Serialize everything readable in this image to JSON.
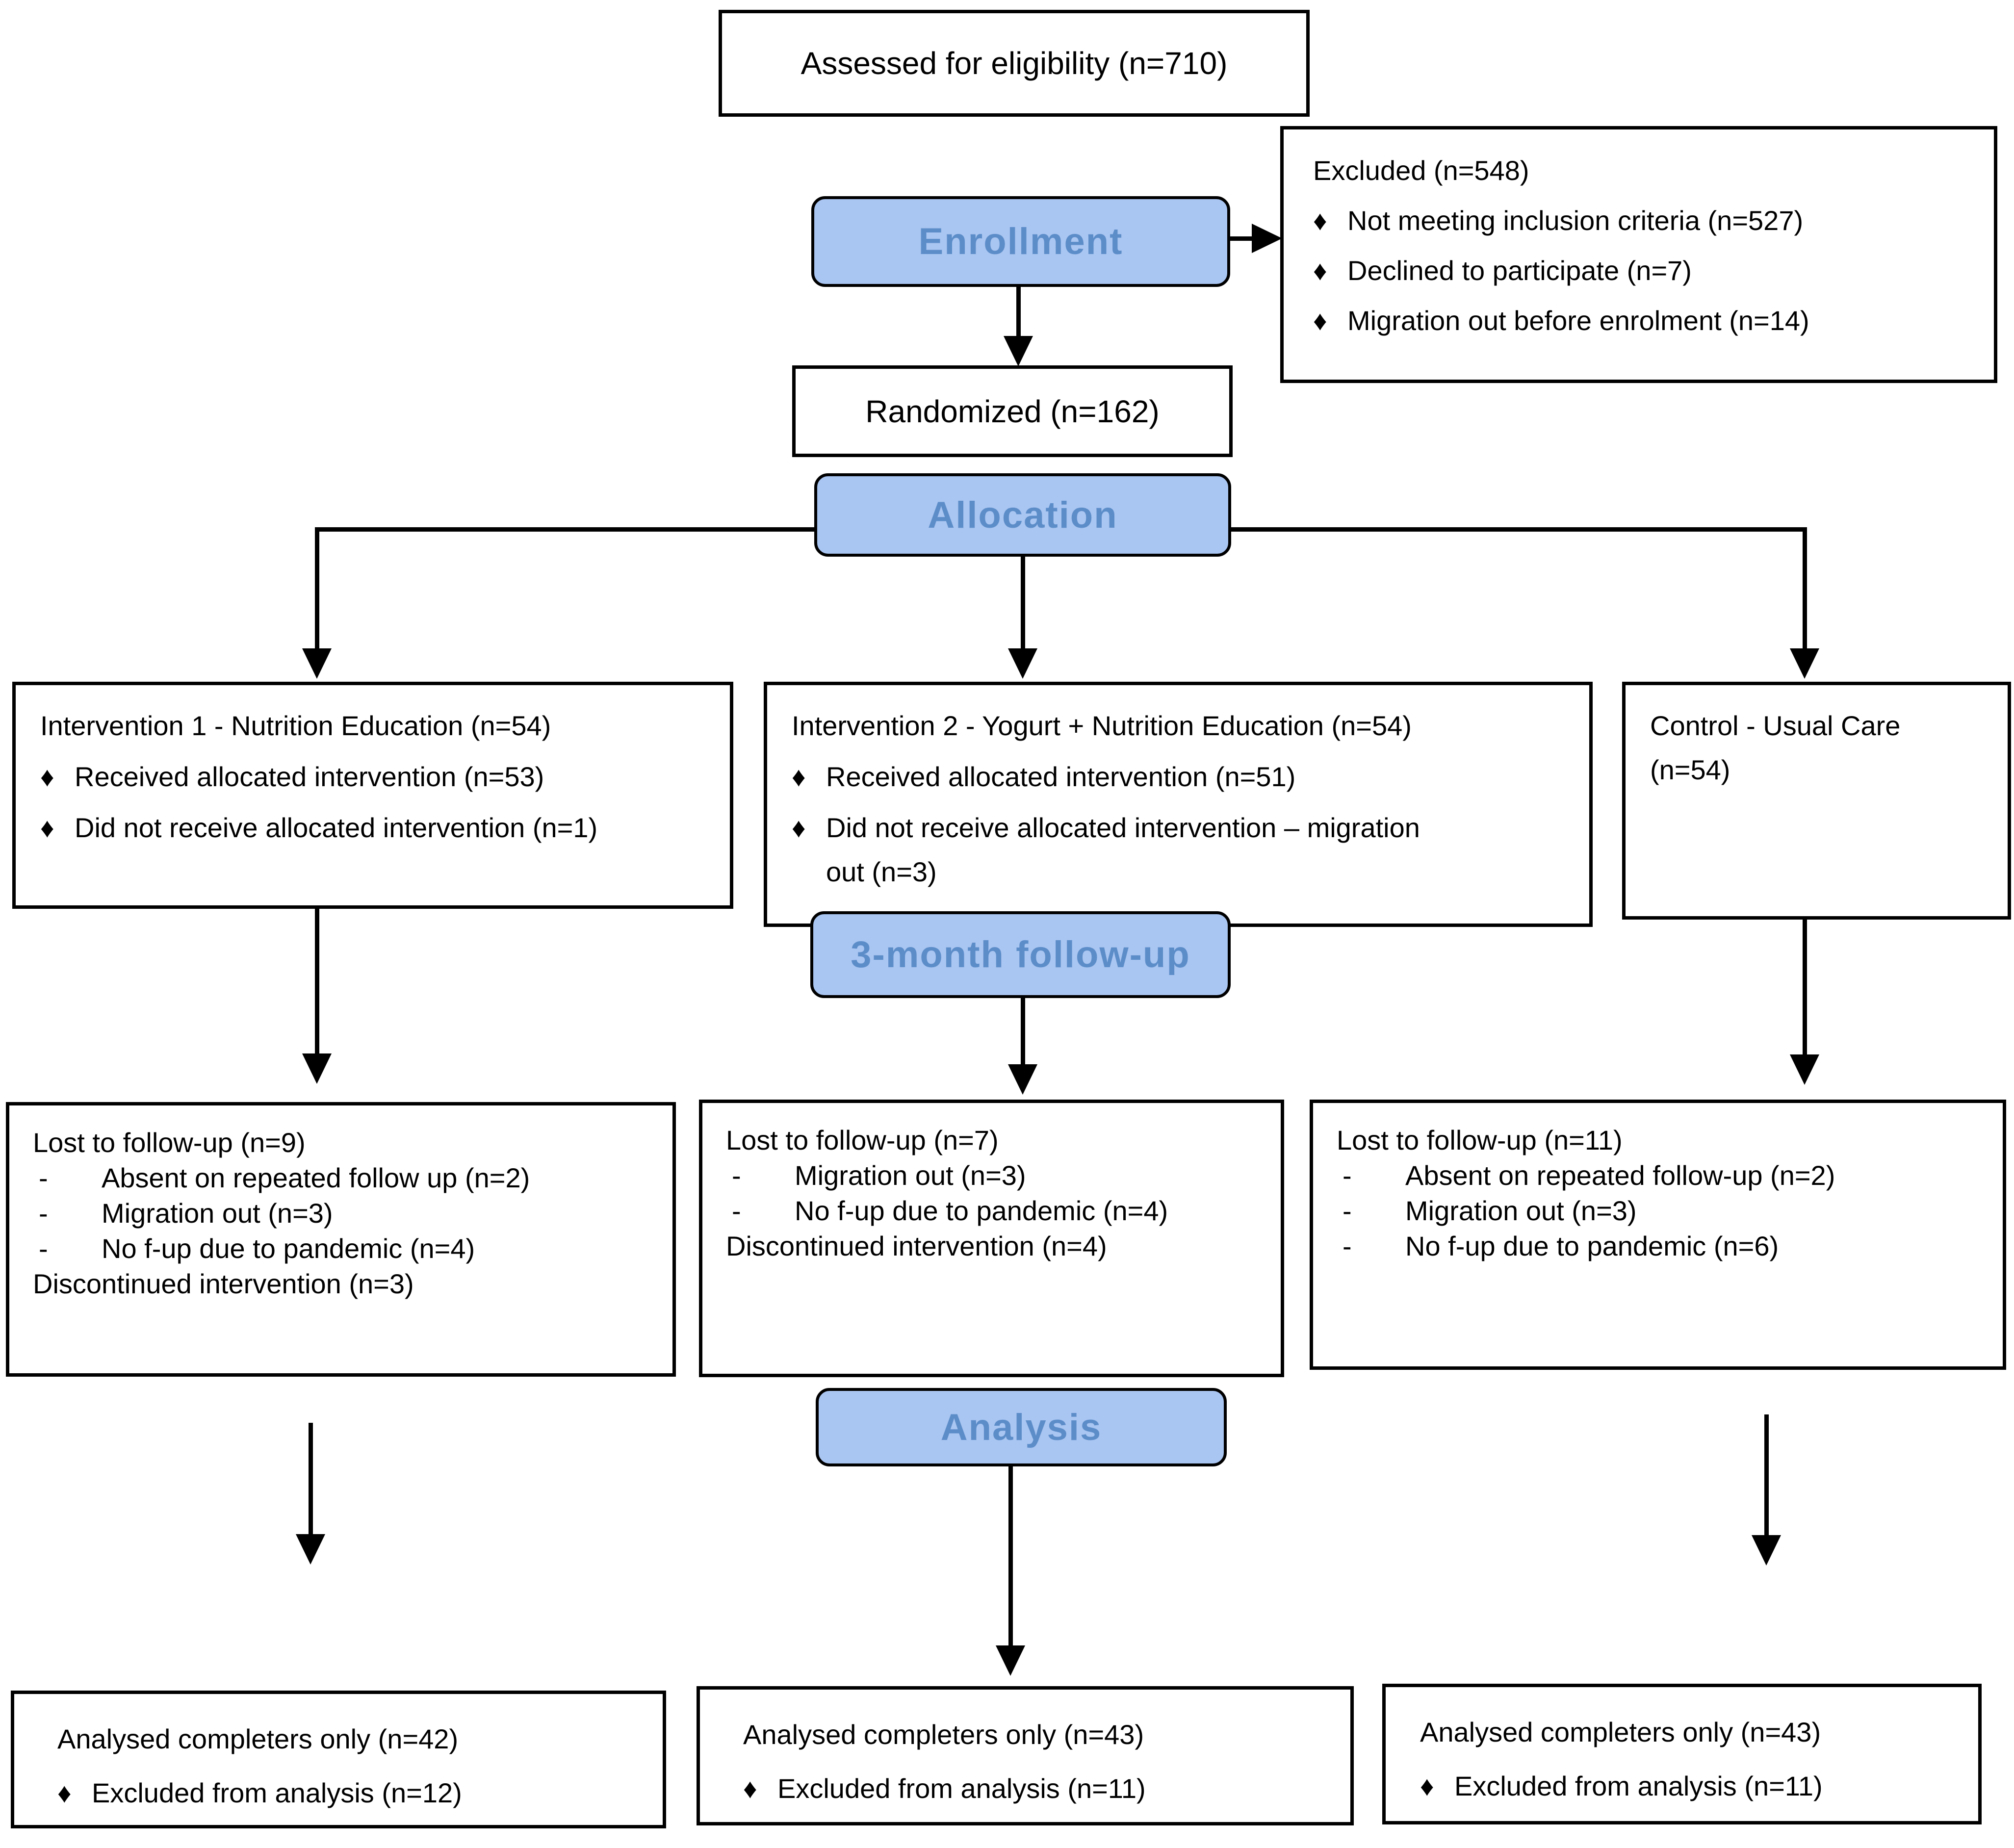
{
  "diagram": {
    "accent_fill": "#a9c5f1",
    "accent_text": "#5c8dc9",
    "markers": {
      "diamond": "♦",
      "dash": "-"
    },
    "stages": {
      "enrollment": "Enrollment",
      "allocation": "Allocation",
      "followup": "3-month follow-up",
      "analysis": "Analysis"
    },
    "boxes": {
      "assessed": {
        "title": "Assessed for eligibility (n=710)"
      },
      "excluded": {
        "title": "Excluded (n=548)",
        "items": [
          "Not meeting inclusion criteria (n=527)",
          "Declined to participate (n=7)",
          "Migration out before enrolment (n=14)"
        ]
      },
      "randomized": {
        "title": "Randomized (n=162)"
      },
      "alloc_left": {
        "title": "Intervention 1 - Nutrition Education (n=54)",
        "items": [
          "Received allocated intervention (n=53)",
          "Did not receive allocated intervention (n=1)"
        ]
      },
      "alloc_mid": {
        "title": "Intervention 2 - Yogurt + Nutrition Education (n=54)",
        "items": [
          "Received allocated intervention (n=51)",
          "Did not receive allocated intervention – migration out (n=3)"
        ]
      },
      "alloc_right": {
        "title": "Control - Usual Care (n=54)"
      },
      "fup_left": {
        "title": "Lost to follow-up (n=9)",
        "items": [
          "Absent on repeated follow up (n=2)",
          "Migration out (n=3)",
          "No f-up due to pandemic (n=4)"
        ],
        "footer": "Discontinued intervention (n=3)"
      },
      "fup_mid": {
        "title": "Lost to follow-up (n=7)",
        "items": [
          "Migration out (n=3)",
          "No f-up due to pandemic (n=4)"
        ],
        "footer": "Discontinued intervention (n=4)"
      },
      "fup_right": {
        "title": "Lost to follow-up (n=11)",
        "items": [
          "Absent on repeated follow-up (n=2)",
          "Migration out (n=3)",
          "No f-up due to pandemic (n=6)"
        ]
      },
      "ana_left": {
        "title": "Analysed completers only (n=42)",
        "items": [
          "Excluded from analysis (n=12)"
        ]
      },
      "ana_mid": {
        "title": "Analysed completers only (n=43)",
        "items": [
          "Excluded from analysis (n=11)"
        ]
      },
      "ana_right": {
        "title": "Analysed completers only (n=43)",
        "items": [
          "Excluded from analysis (n=11)"
        ]
      }
    }
  }
}
